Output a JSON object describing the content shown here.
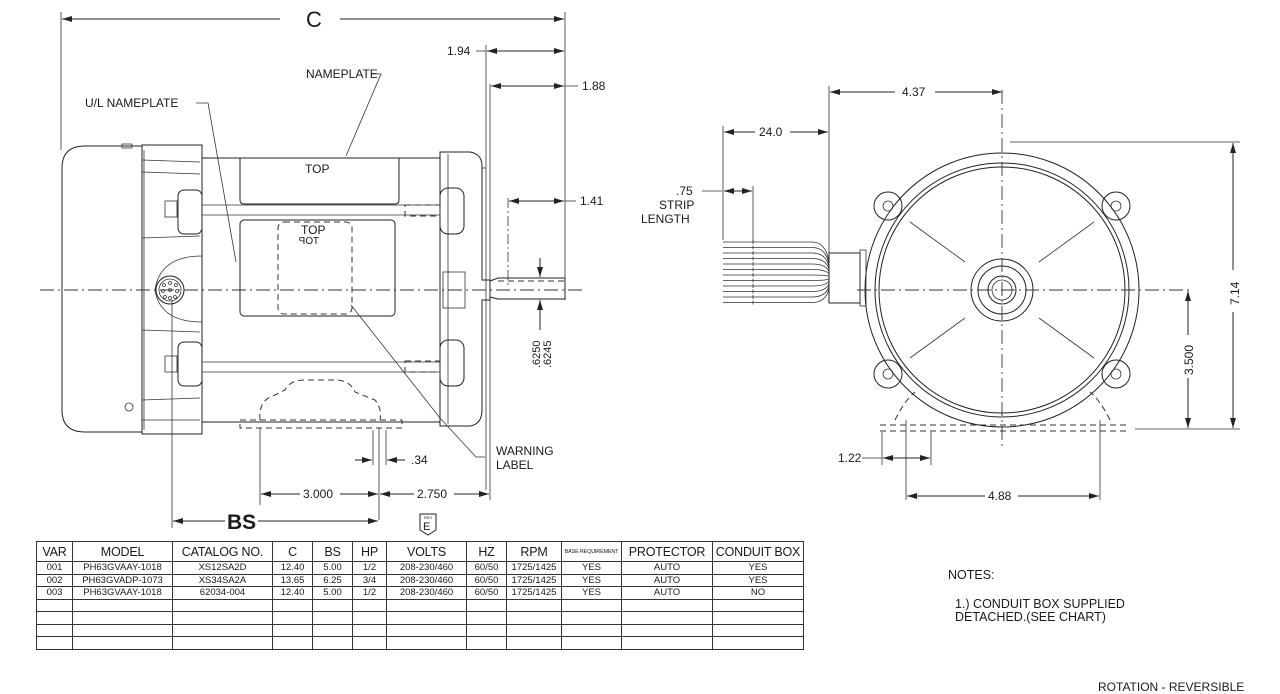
{
  "drawing": {
    "side_view": {
      "overall_length_label": "C",
      "dim_1_94": "1.94",
      "dim_1_88": "1.88",
      "dim_1_41": "1.41",
      "shaft_dia_max": ".6250",
      "shaft_dia_min": ".6245",
      "dim_34": ".34",
      "dim_3_000": "3.000",
      "dim_2_750": "2.750",
      "base_dim_label": "BS",
      "nameplate_label": "NAMEPLATE",
      "ul_nameplate_label": "U/L NAMEPLATE",
      "top_label_1": "TOP",
      "top_label_2": "TOP",
      "top_label_mirrored": "TOP",
      "warning_label_line1": "WARNING",
      "warning_label_line2": "LABEL",
      "rev_label": "REV",
      "rev_letter": "E"
    },
    "end_view": {
      "dim_4_37": "4.37",
      "dim_24_0": "24.0",
      "strip_dim": ".75",
      "strip_label_1": "STRIP",
      "strip_label_2": "LENGTH",
      "dim_7_14": "7.14",
      "dim_3_500": "3.500",
      "dim_1_22": "1.22",
      "dim_4_88": "4.88"
    }
  },
  "table": {
    "headers": [
      "VAR",
      "MODEL",
      "CATALOG NO.",
      "C",
      "BS",
      "HP",
      "VOLTS",
      "HZ",
      "RPM",
      "BASE REQUIREMENT",
      "PROTECTOR",
      "CONDUIT BOX"
    ],
    "rows": [
      [
        "001",
        "PH63GVAAY-1018",
        "XS12SA2D",
        "12.40",
        "5.00",
        "1/2",
        "208-230/460",
        "60/50",
        "1725/1425",
        "YES",
        "AUTO",
        "YES"
      ],
      [
        "002",
        "PH63GVADP-1073",
        "XS34SA2A",
        "13.65",
        "6.25",
        "3/4",
        "208-230/460",
        "60/50",
        "1725/1425",
        "YES",
        "AUTO",
        "YES"
      ],
      [
        "003",
        "PH63GVAAY-1018",
        "62034-004",
        "12.40",
        "5.00",
        "1/2",
        "208-230/460",
        "60/50",
        "1725/1425",
        "YES",
        "AUTO",
        "NO"
      ],
      [
        "",
        "",
        "",
        "",
        "",
        "",
        "",
        "",
        "",
        "",
        "",
        ""
      ],
      [
        "",
        "",
        "",
        "",
        "",
        "",
        "",
        "",
        "",
        "",
        "",
        ""
      ],
      [
        "",
        "",
        "",
        "",
        "",
        "",
        "",
        "",
        "",
        "",
        "",
        ""
      ],
      [
        "",
        "",
        "",
        "",
        "",
        "",
        "",
        "",
        "",
        "",
        "",
        ""
      ]
    ]
  },
  "notes": {
    "title": "NOTES:",
    "note_1": "1.) CONDUIT BOX SUPPLIED DETACHED.(SEE CHART)",
    "rotation": "ROTATION - REVERSIBLE"
  }
}
